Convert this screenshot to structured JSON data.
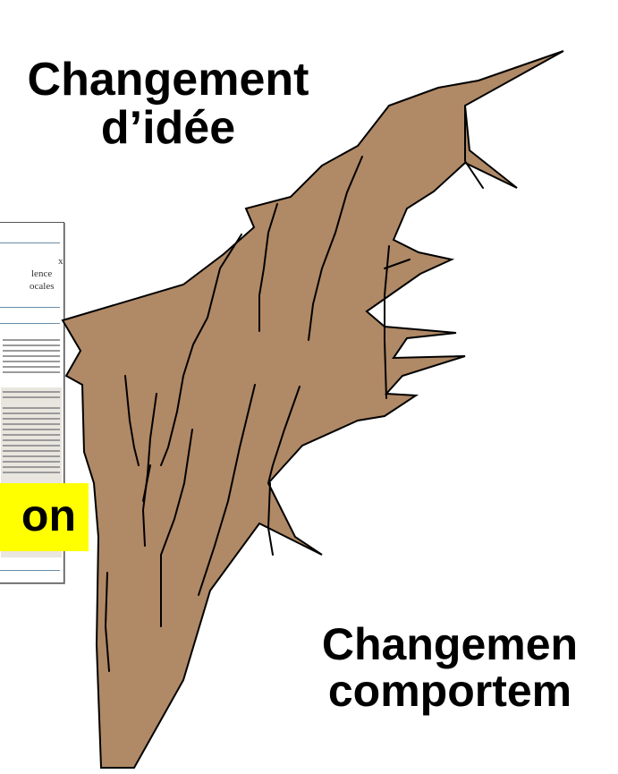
{
  "headings": {
    "top_line1": "Changement",
    "top_line2": "d’idée",
    "bottom_line1": "Changemen",
    "bottom_line2": "comportem"
  },
  "document_thumbnail": {
    "title_line1": "x",
    "title_line2": "lence",
    "title_line3": "ocales"
  },
  "highlight_label": "on",
  "colors": {
    "crack_fill": "#b08966",
    "crack_stroke": "#000000",
    "highlight": "#ffff00",
    "doc_accent": "#6a8ca8"
  }
}
